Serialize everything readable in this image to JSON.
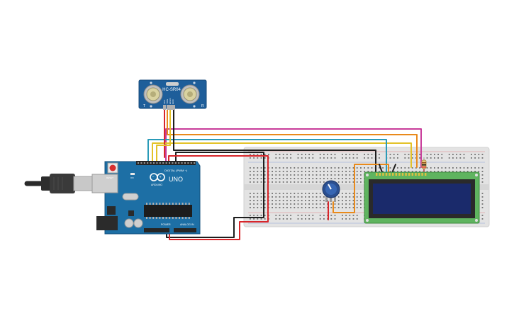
{
  "sensor": {
    "model_label": "HC-SR04",
    "pin_labels": [
      "VCC",
      "TRIG",
      "ECHO",
      "GND"
    ],
    "left_mark": "T",
    "right_mark": "R"
  },
  "arduino": {
    "brand_label": "ARDUINO",
    "board_label": "UNO",
    "digital_label": "DIGITAL (PWM ~)",
    "power_label": "POWER",
    "analog_label": "ANALOG IN",
    "reset_label": "RESET",
    "on_label": "ON"
  },
  "colors": {
    "board": "#1d6fa5",
    "breadboard": "#e3e3e3",
    "lcd_frame": "#5fb45f",
    "lcd_screen": "#1a2a6b",
    "wire_magenta": "#c83c9a",
    "wire_orange": "#e98a1b",
    "wire_yellow": "#e3c229",
    "wire_teal": "#2a9bb8",
    "wire_black": "#1e1e1e",
    "wire_red": "#d8262a",
    "sensor": "#1e5e9a"
  },
  "icons": [
    "usb-cable-icon",
    "potentiometer-icon",
    "resistor-icon"
  ]
}
